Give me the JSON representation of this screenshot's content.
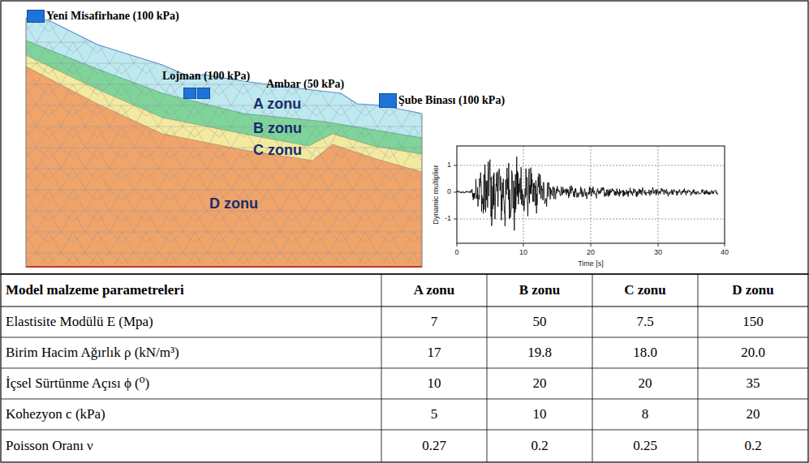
{
  "diagram": {
    "nodes": [
      {
        "text": [
          "Yeni Misafirhane (100 kPa)"
        ]
      },
      {
        "text": [
          "Lojman (100 kPa)"
        ]
      },
      {
        "text": [
          "Ambar (50 kPa)"
        ]
      },
      {
        "text": [
          "Şube Binası (100 kPa)"
        ]
      }
    ],
    "labels": [
      "A zonu",
      "B zonu",
      "C zonu",
      "D zonu",
      "1",
      "0",
      "-1",
      "0",
      "10",
      "20",
      "30",
      "40",
      "Dynamic multiplier",
      "Time [s]",
      "Model malzeme parametreleri",
      "A zonu",
      "B zonu",
      "C zonu",
      "D zonu",
      "Elastisite Modülü E (Mpa)",
      "7",
      "50",
      "7.5",
      "150",
      "Birim Hacim Ağırlık ρ (kN/m³)",
      "17",
      "19.8",
      "18.0",
      "20.0",
      "İçsel Sürtünme Açısı ϕ (⁰)",
      "10",
      "20",
      "20",
      "35",
      "Kohezyon c (kPa)",
      "5",
      "10",
      "8",
      "20",
      "Poisson Oranı ν",
      "0.27",
      "0.2",
      "0.25",
      "0.2"
    ]
  }
}
